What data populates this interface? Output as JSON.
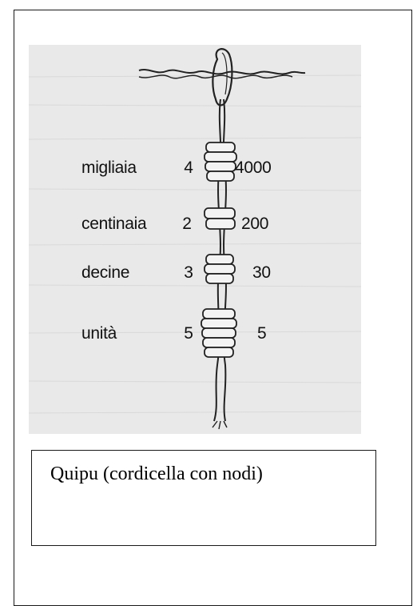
{
  "figure": {
    "rows": [
      {
        "label": "migliaia",
        "digit": "4",
        "value": "4000"
      },
      {
        "label": "centinaia",
        "digit": "2",
        "value": "200"
      },
      {
        "label": "decine",
        "digit": "3",
        "value": "30"
      },
      {
        "label": "unità",
        "digit": "5",
        "value": "5"
      }
    ]
  },
  "caption": {
    "text": "Quipu (cordicella con nodi)"
  },
  "colors": {
    "figure_background": "#e9e9e9",
    "ink": "#111111"
  }
}
